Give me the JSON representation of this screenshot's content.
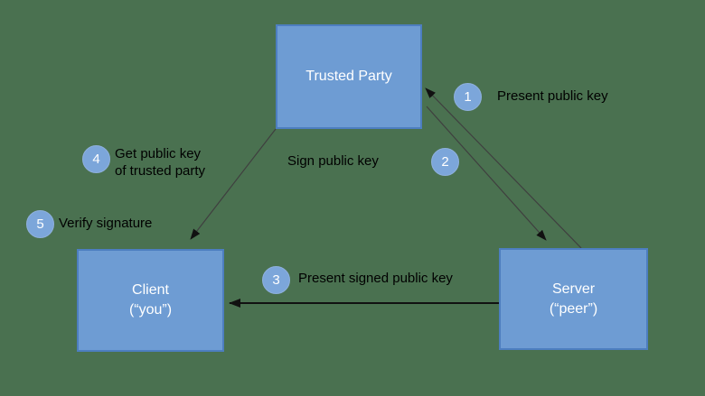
{
  "diagram": {
    "title_hint": "public key signing flow",
    "colors": {
      "background": "#4A7150",
      "node_fill": "#6E9CD3",
      "node_border": "#4D7EC0",
      "badge_fill": "#7CA6DA",
      "node_text": "#FFFFFF",
      "label_text": "#000000",
      "arrow_thin": "#3F3F3F",
      "arrow_thick": "#111111"
    },
    "nodes": {
      "trusted_party": {
        "title": "Trusted Party",
        "subtitle": ""
      },
      "client": {
        "title": "Client",
        "subtitle": "(“you”)"
      },
      "server": {
        "title": "Server",
        "subtitle": "(“peer”)"
      }
    },
    "steps": {
      "s1": {
        "num": "1",
        "label": "Present public key"
      },
      "s2": {
        "num": "2",
        "label": "Sign public key"
      },
      "s3": {
        "num": "3",
        "label": "Present signed public key"
      },
      "s4": {
        "num": "4",
        "label": "Get public key\nof trusted party"
      },
      "s5": {
        "num": "5",
        "label": "Verify signature"
      }
    },
    "arrows": [
      {
        "name": "server-to-trusted-party",
        "from": "server",
        "to": "trusted_party"
      },
      {
        "name": "trusted-party-to-server",
        "from": "trusted_party",
        "to": "server"
      },
      {
        "name": "server-to-client",
        "from": "server",
        "to": "client"
      },
      {
        "name": "trusted-party-to-client",
        "from": "trusted_party",
        "to": "client"
      }
    ]
  }
}
